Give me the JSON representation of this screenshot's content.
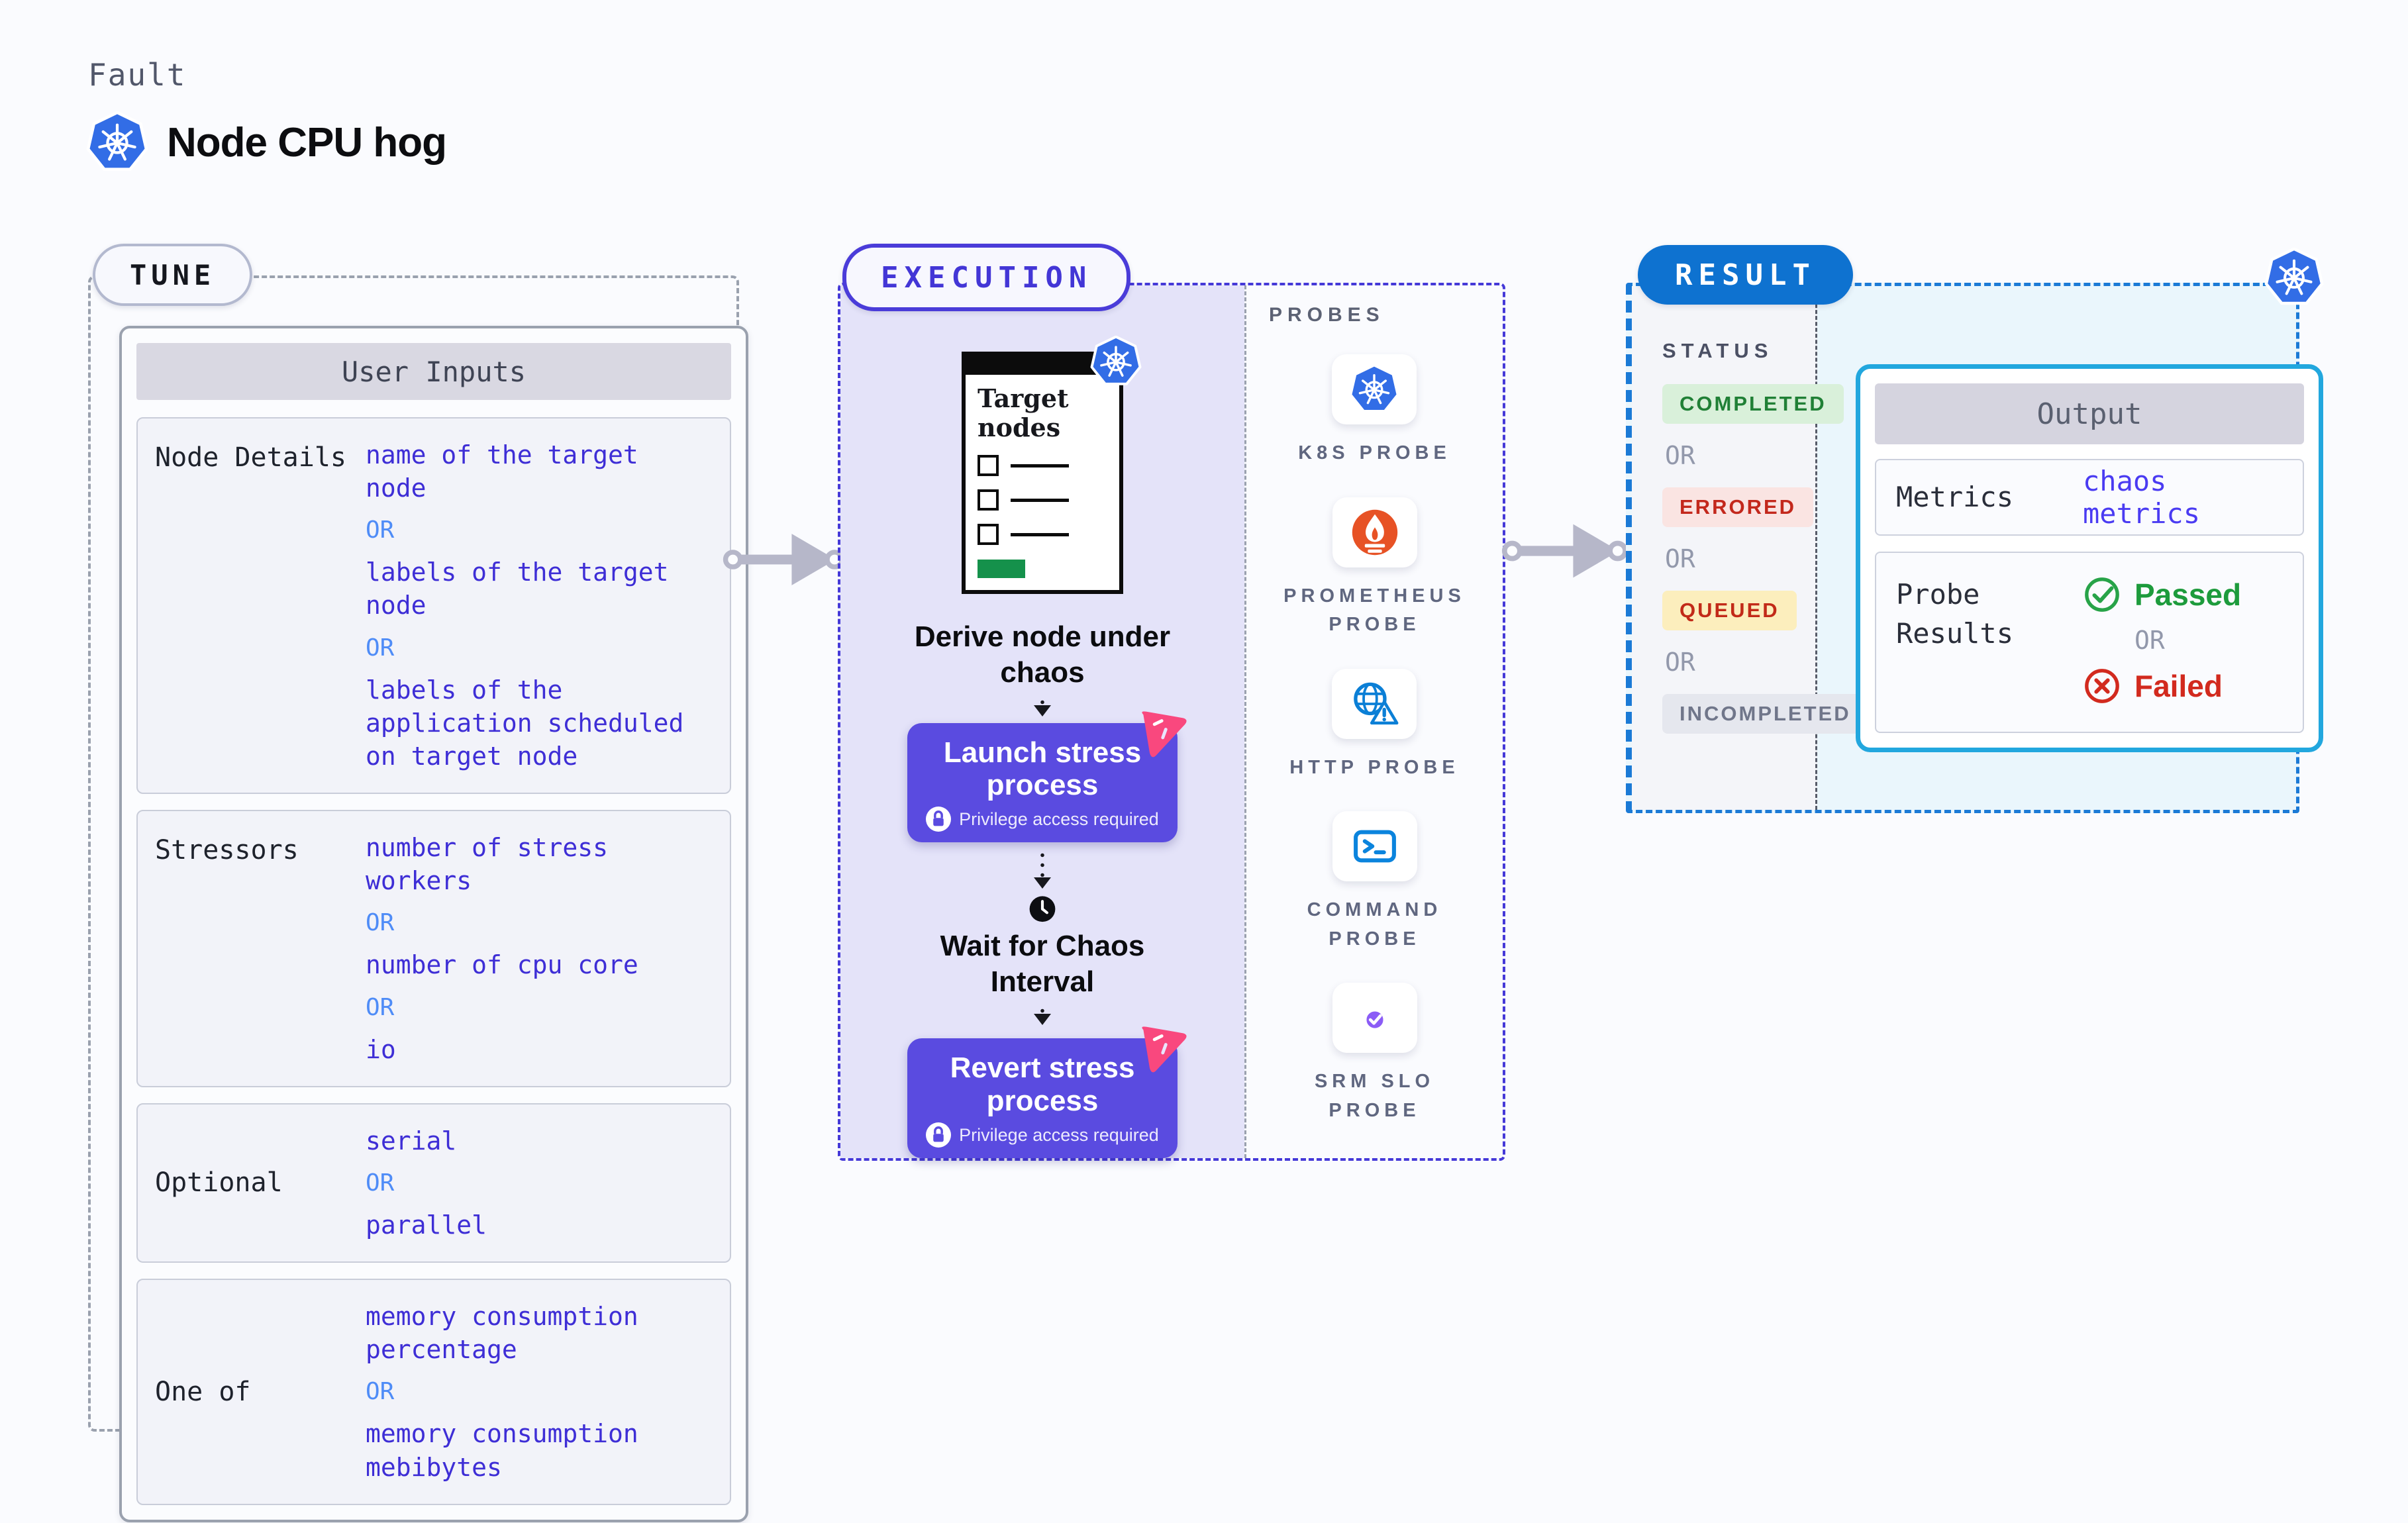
{
  "header": {
    "eyebrow": "Fault",
    "title": "Node CPU hog"
  },
  "tune": {
    "badge": "TUNE",
    "table_header": "User Inputs",
    "or_label": "OR",
    "rows": [
      {
        "label": "Node Details",
        "options": [
          "name of the target node",
          "labels of the target node",
          "labels of the application scheduled on target node"
        ]
      },
      {
        "label": "Stressors",
        "options": [
          "number of stress workers",
          "number of cpu core",
          "io"
        ]
      },
      {
        "label": "Optional",
        "options": [
          "serial",
          "parallel"
        ]
      },
      {
        "label": "One of",
        "options": [
          "memory consumption percentage",
          "memory consumption mebibytes"
        ]
      }
    ]
  },
  "execution": {
    "badge": "EXECUTION",
    "target_title": "Target nodes",
    "derive_caption": "Derive node under chaos",
    "launch_label": "Launch stress process",
    "wait_caption": "Wait for Chaos Interval",
    "revert_label": "Revert stress process",
    "privilege_note": "Privilege access required"
  },
  "probes": {
    "title": "PROBES",
    "items": [
      {
        "label": "K8S PROBE",
        "icon": "k8s"
      },
      {
        "label": "PROMETHEUS PROBE",
        "icon": "prometheus"
      },
      {
        "label": "HTTP PROBE",
        "icon": "http"
      },
      {
        "label": "COMMAND PROBE",
        "icon": "command"
      },
      {
        "label": "SRM SLO PROBE",
        "icon": "srm"
      }
    ]
  },
  "result": {
    "badge": "RESULT",
    "status_title": "STATUS",
    "or_label": "OR",
    "statuses": [
      {
        "label": "COMPLETED",
        "bg": "#d9f0da",
        "color": "#208036"
      },
      {
        "label": "ERRORED",
        "bg": "#fae4e2",
        "color": "#c3281c"
      },
      {
        "label": "QUEUED",
        "bg": "#fceebd",
        "color": "#c22a18"
      },
      {
        "label": "INCOMPLETED",
        "bg": "#e5e7ee",
        "color": "#70768a"
      }
    ],
    "output": {
      "title": "Output",
      "metrics_label": "Metrics",
      "metrics_value": "chaos metrics",
      "probe_results_label": "Probe Results",
      "passed": "Passed",
      "or_label": "OR",
      "failed": "Failed"
    }
  },
  "colors": {
    "kubernetes_blue": "#326de6",
    "option_blue": "#3e2ed6",
    "or_blue": "#4f8cf7",
    "execution_indigo": "#4a3cd9",
    "process_button": "#5a4be0",
    "ribbon_pink": "#f9487e",
    "result_blue": "#0e72d0",
    "output_border_cyan": "#22a7de",
    "passed_green": "#1d9b3c",
    "failed_red": "#d22a1e",
    "prometheus_orange": "#e75225"
  }
}
